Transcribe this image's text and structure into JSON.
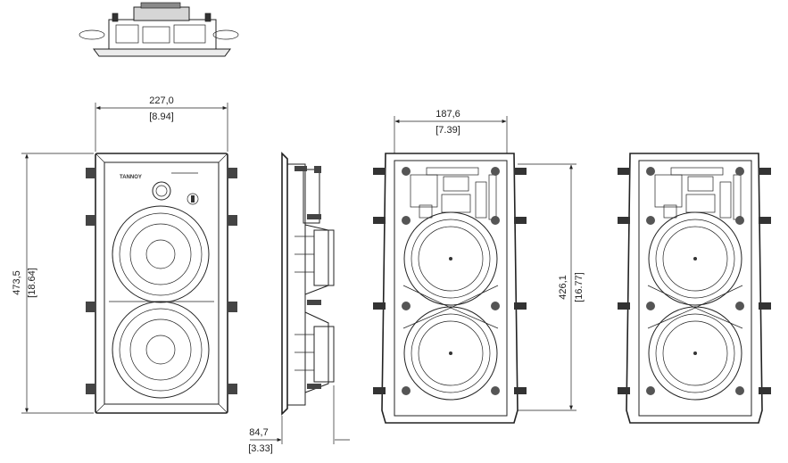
{
  "dimensions": {
    "front_width": {
      "value": "227,0",
      "inch": "[8.94]"
    },
    "front_height": {
      "value": "473,5",
      "inch": "[18.64]"
    },
    "side_depth": {
      "value": "84,7",
      "inch": "[3.33]"
    },
    "cutout_width": {
      "value": "187,6",
      "inch": "[7.39]"
    },
    "cutout_height": {
      "value": "426,1",
      "inch": "[16.77]"
    }
  },
  "brand": {
    "logo_text": "TANNOY"
  }
}
